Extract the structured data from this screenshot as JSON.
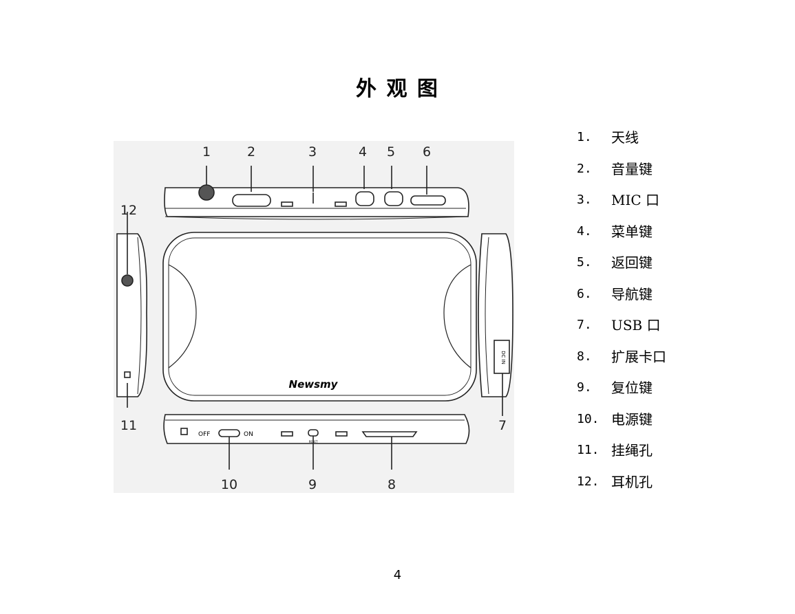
{
  "title": "外 观 图",
  "figure": {
    "brand_logo": "Newsmy",
    "callouts": [
      "1",
      "2",
      "3",
      "4",
      "5",
      "6",
      "7",
      "8",
      "9",
      "10",
      "11",
      "12"
    ],
    "switch_off": "OFF",
    "switch_on": "ON",
    "dc_in": "DC IN",
    "reset": "RESET"
  },
  "legend": [
    {
      "num": "1.",
      "label": "天线"
    },
    {
      "num": "2.",
      "label": "音量键"
    },
    {
      "num": "3.",
      "label": "MIC 口"
    },
    {
      "num": "4.",
      "label": "菜单键"
    },
    {
      "num": "5.",
      "label": "返回键"
    },
    {
      "num": "6.",
      "label": "导航键"
    },
    {
      "num": "7.",
      "label": "USB 口"
    },
    {
      "num": "8.",
      "label": "扩展卡口"
    },
    {
      "num": "9.",
      "label": "复位键"
    },
    {
      "num": "10.",
      "label": "电源键"
    },
    {
      "num": "11.",
      "label": "挂绳孔"
    },
    {
      "num": "12.",
      "label": "耳机孔"
    }
  ],
  "page_number": "4"
}
